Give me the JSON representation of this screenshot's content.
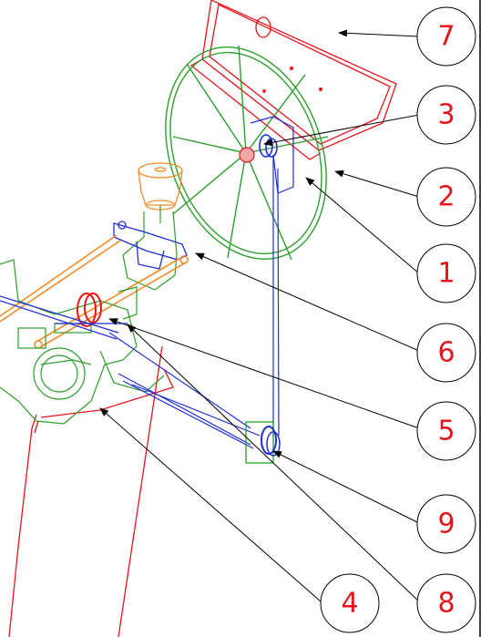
{
  "callouts": [
    {
      "id": "b7",
      "label": "7"
    },
    {
      "id": "b3",
      "label": "3"
    },
    {
      "id": "b2",
      "label": "2"
    },
    {
      "id": "b1",
      "label": "1"
    },
    {
      "id": "b6",
      "label": "6"
    },
    {
      "id": "b5",
      "label": "5"
    },
    {
      "id": "b9",
      "label": "9"
    },
    {
      "id": "b4",
      "label": "4"
    },
    {
      "id": "b8",
      "label": "8"
    }
  ],
  "colors": {
    "callout_text": "#e8141b",
    "frame": "#e8141b",
    "wheel": "#2aa02a",
    "gearbox": "#2aa02a",
    "rods": "#f28c28",
    "cable": "#1f2fd6",
    "leader": "#000000"
  }
}
